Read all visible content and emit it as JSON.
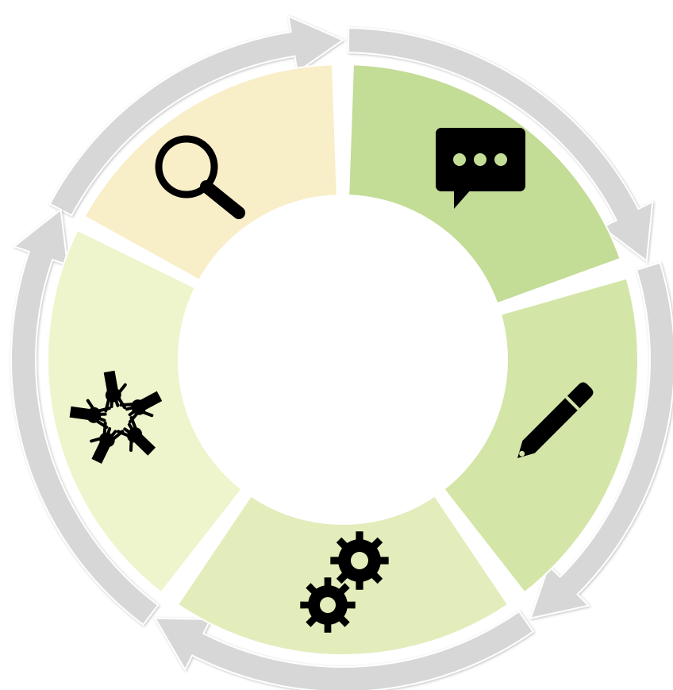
{
  "diagram": {
    "type": "cycle",
    "colors": {
      "arrow": "#d7d7d7",
      "arrow_stroke": "#ffffff",
      "icon": "#000000"
    },
    "segments": [
      {
        "name": "search",
        "icon": "magnifier-icon",
        "fill": "#f8eec8"
      },
      {
        "name": "chat",
        "icon": "speech-bubble-icon",
        "fill": "#c3dc96"
      },
      {
        "name": "edit",
        "icon": "pencil-icon",
        "fill": "#d3e6a8"
      },
      {
        "name": "process",
        "icon": "gears-icon",
        "fill": "#e2edbb"
      },
      {
        "name": "collaboration",
        "icon": "hands-circle-icon",
        "fill": "#eef5cc"
      }
    ]
  }
}
